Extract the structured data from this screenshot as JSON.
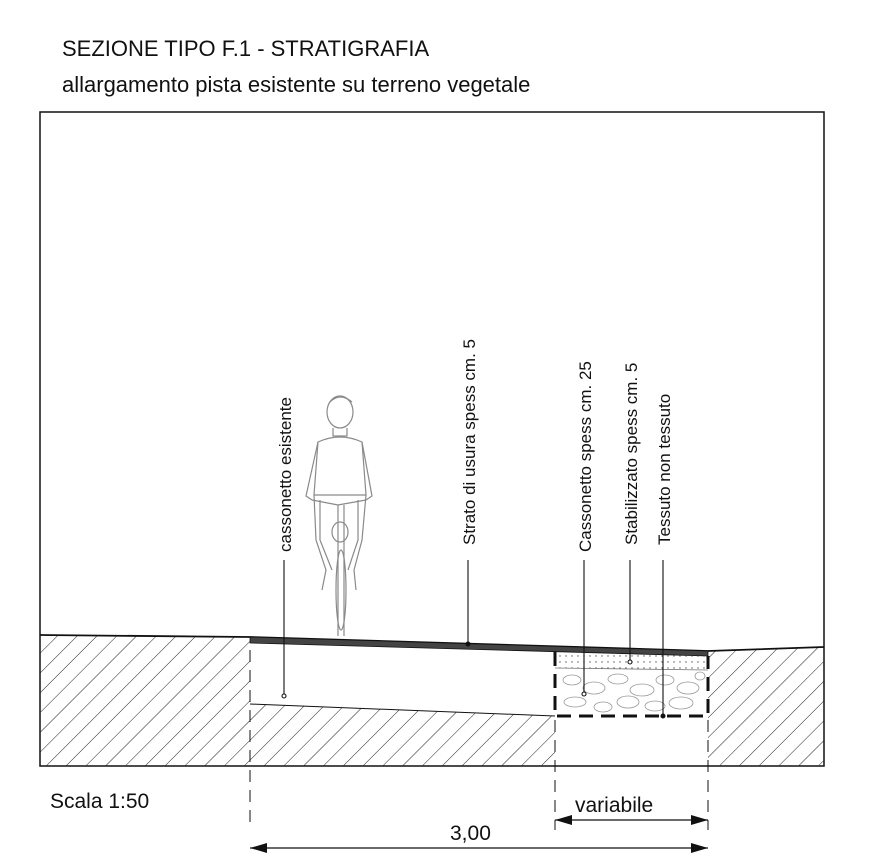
{
  "drawing": {
    "title": "SEZIONE TIPO  F.1  - STRATIGRAFIA",
    "subtitle": "allargamento pista esistente su terreno vegetale",
    "scale_label": "Scala 1:50"
  },
  "callouts": [
    "cassonetto esistente",
    "Strato di usura spess cm. 5",
    "Cassonetto  spess cm. 25",
    "Stabilizzato  spess cm. 5",
    "Tessuto non tessuto"
  ],
  "dimensions": {
    "variable_label": "variabile",
    "total_label": "3,00"
  },
  "figure": {
    "icon": "cyclist-icon"
  }
}
